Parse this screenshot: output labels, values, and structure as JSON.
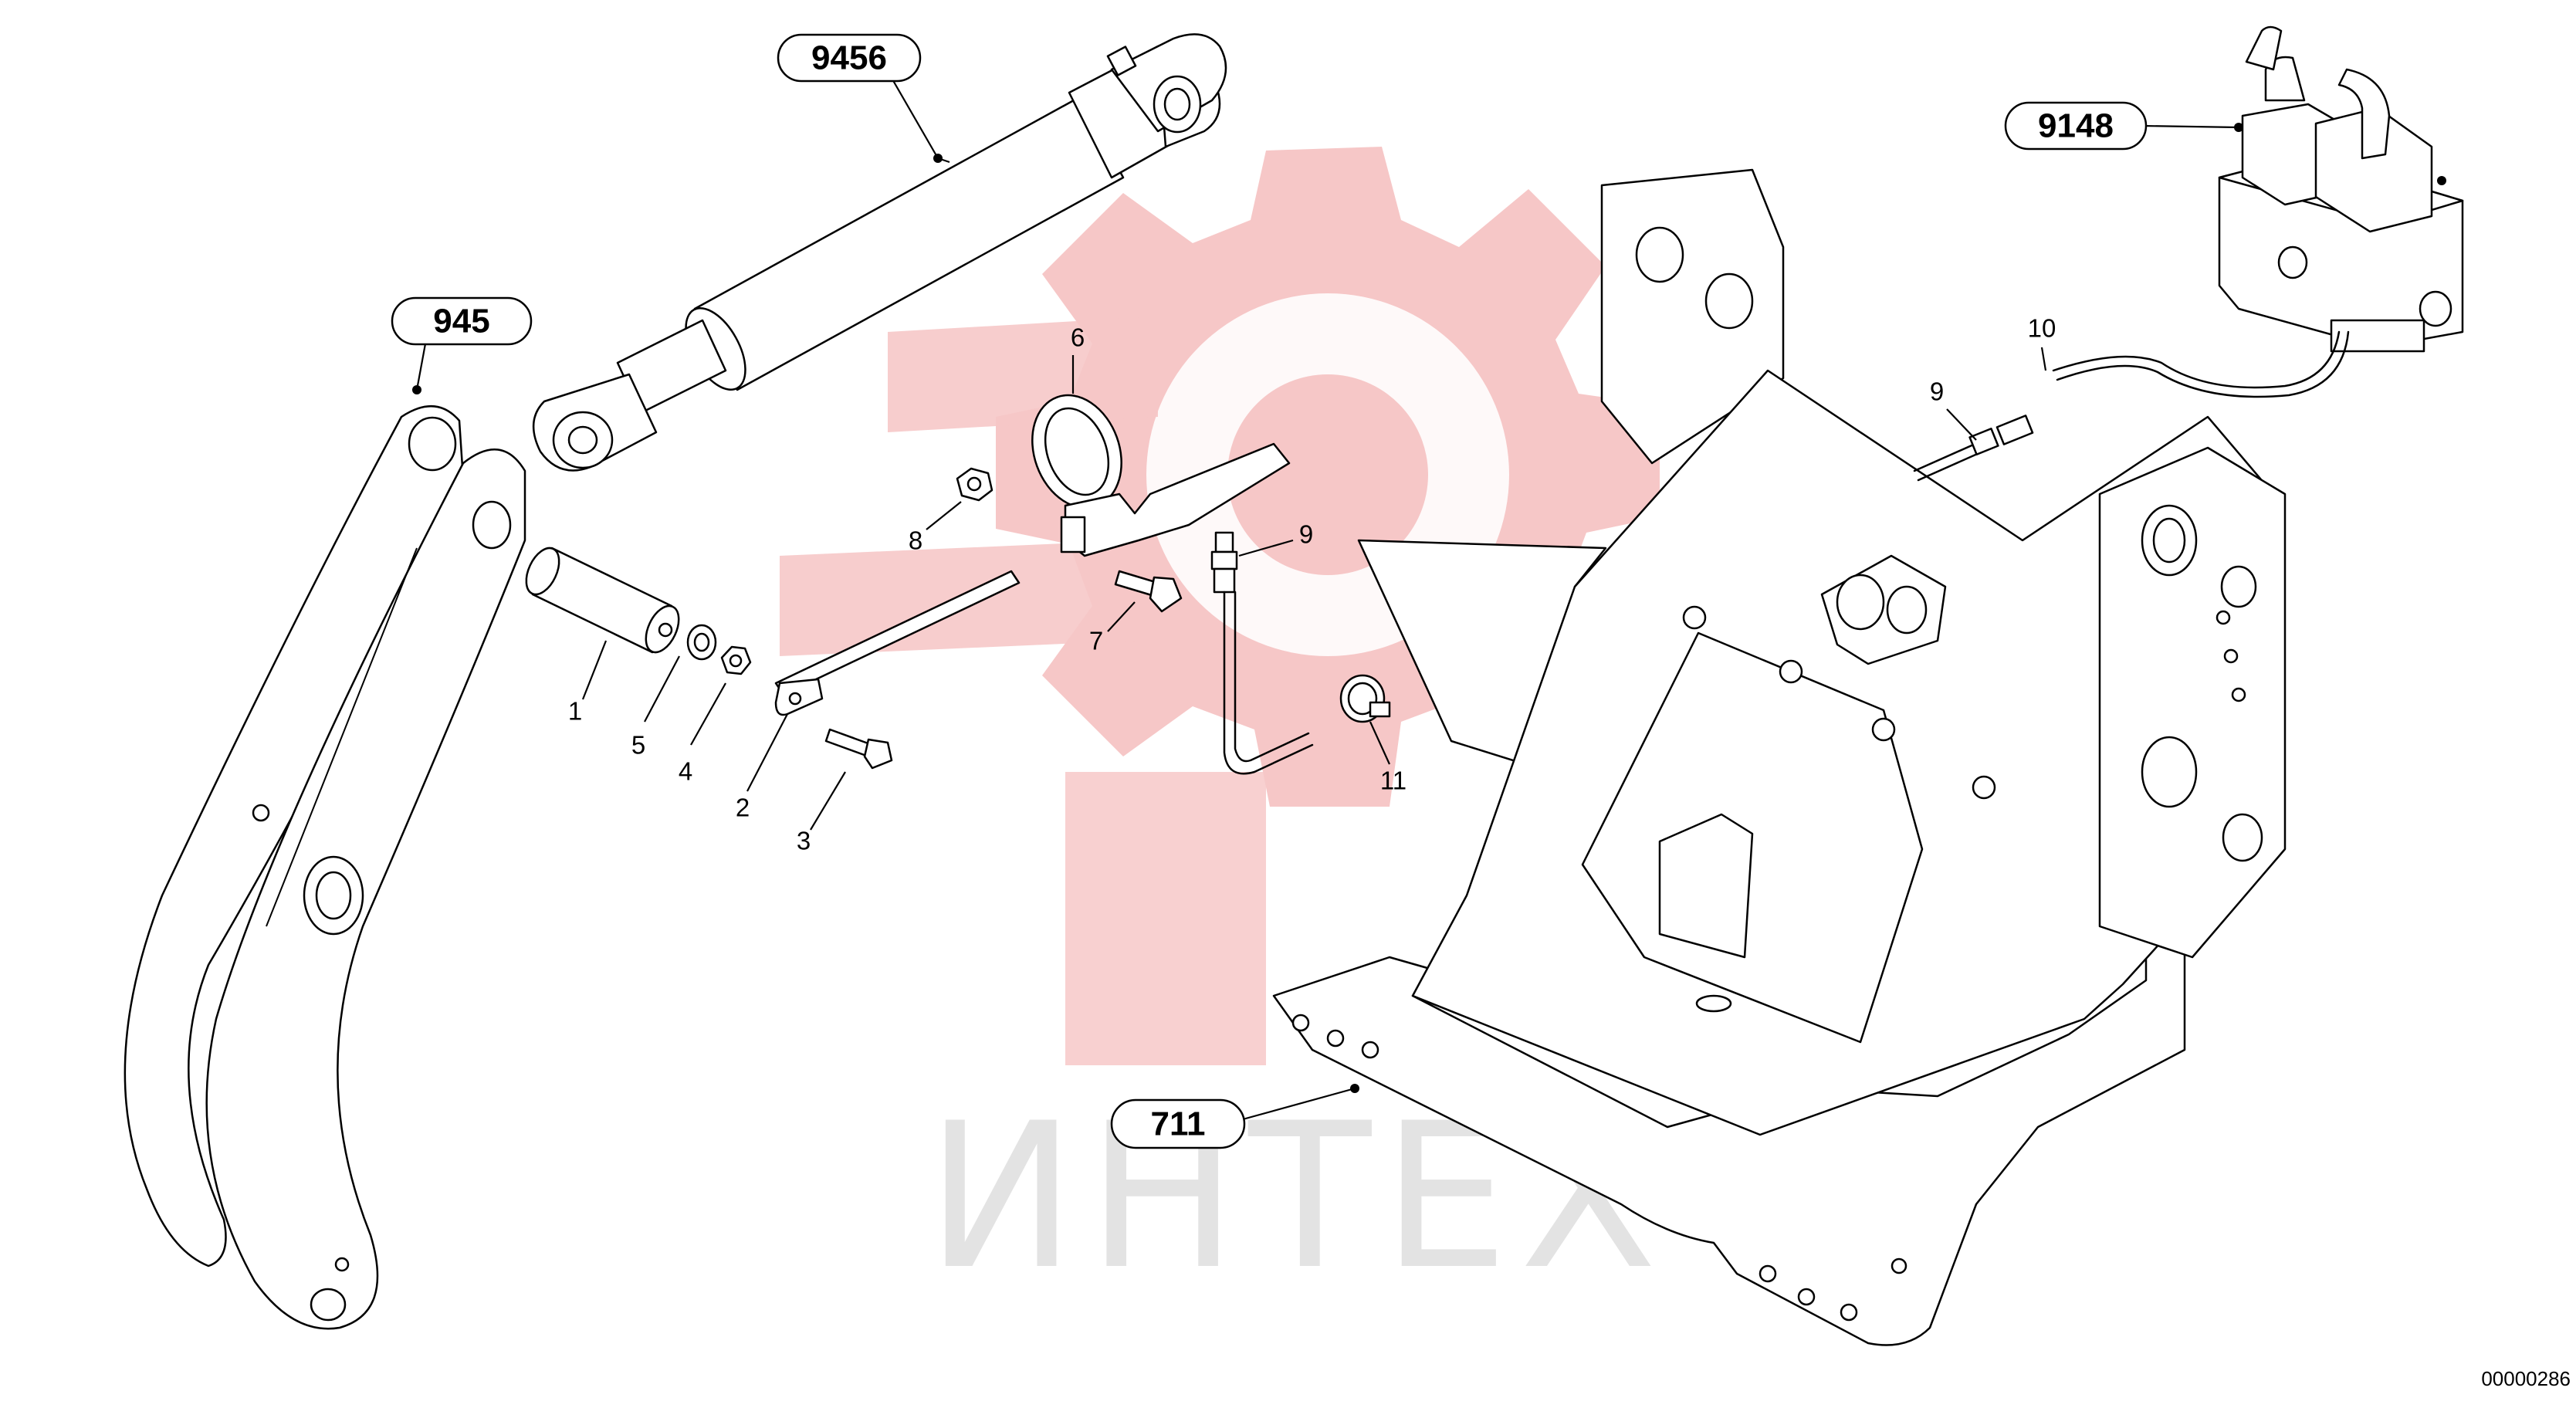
{
  "assemblies": [
    {
      "code": "9456",
      "part": "hydraulic-cylinder"
    },
    {
      "code": "945",
      "part": "boom-arm"
    },
    {
      "code": "9148",
      "part": "joystick-control"
    },
    {
      "code": "711",
      "part": "main-frame"
    }
  ],
  "parts": [
    {
      "number": "1",
      "part": "pin"
    },
    {
      "number": "2",
      "part": "rod"
    },
    {
      "number": "3",
      "part": "bolt"
    },
    {
      "number": "4",
      "part": "nut"
    },
    {
      "number": "5",
      "part": "washer"
    },
    {
      "number": "6",
      "part": "bracket-clamp"
    },
    {
      "number": "7",
      "part": "bolt"
    },
    {
      "number": "8",
      "part": "nut"
    },
    {
      "number": "9",
      "part": "grease-fitting"
    },
    {
      "number": "9",
      "part": "connector"
    },
    {
      "number": "10",
      "part": "wire-harness"
    },
    {
      "number": "11",
      "part": "hose-clamp"
    }
  ],
  "watermark": "ИНТЕХ",
  "drawing_code": "00000286",
  "colors": {
    "watermark_logo": "#f6c4c4",
    "watermark_text": "#e3e3e3",
    "line": "#000000"
  }
}
